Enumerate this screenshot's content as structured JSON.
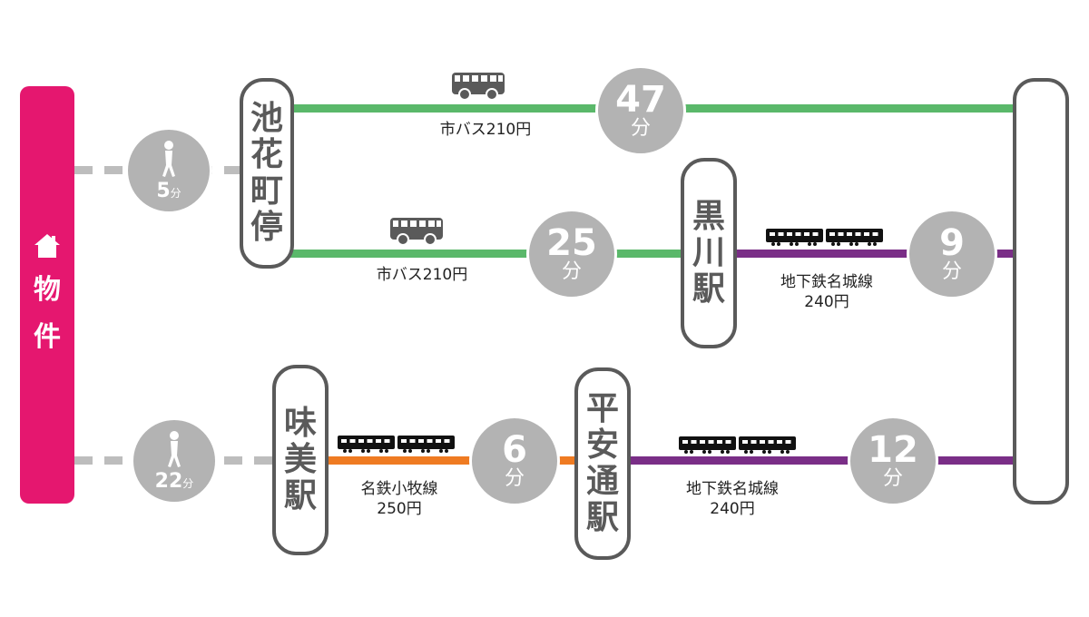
{
  "property": {
    "label_line1": "物",
    "label_line2": "件",
    "icon": "house-icon",
    "color": "#e5176f"
  },
  "colors": {
    "bus_line": "#5ab86a",
    "subway_line": "#7a2e87",
    "meitetsu_line": "#ef7b22",
    "time_circle": "#b3b3b3",
    "station_border": "#5a5a5a"
  },
  "walks": [
    {
      "icon": "walking-person-icon",
      "minutes": "5",
      "unit": "分"
    },
    {
      "icon": "walking-person-icon",
      "minutes": "22",
      "unit": "分"
    }
  ],
  "stations": {
    "ikehanamachi": {
      "chars": [
        "池",
        "花",
        "町",
        "停"
      ]
    },
    "kurokawa": {
      "chars": [
        "黒",
        "川",
        "駅"
      ]
    },
    "ajima": {
      "chars": [
        "味",
        "美",
        "駅"
      ]
    },
    "heiandori": {
      "chars": [
        "平",
        "安",
        "通",
        "駅"
      ]
    },
    "destination": {
      "chars": []
    }
  },
  "segments": [
    {
      "id": "bus-top",
      "vehicle": "bus-icon",
      "label": "市バス210円",
      "minutes": "47",
      "unit": "分"
    },
    {
      "id": "bus-mid",
      "vehicle": "bus-icon",
      "label": "市バス210円",
      "minutes": "25",
      "unit": "分"
    },
    {
      "id": "subway-kurokawa",
      "vehicle": "train-icon",
      "label_line1": "地下鉄名城線",
      "label_line2": "240円",
      "minutes": "9",
      "unit": "分"
    },
    {
      "id": "meitetsu",
      "vehicle": "train-icon",
      "label_line1": "名鉄小牧線",
      "label_line2": "250円",
      "minutes": "6",
      "unit": "分"
    },
    {
      "id": "subway-heian",
      "vehicle": "train-icon",
      "label_line1": "地下鉄名城線",
      "label_line2": "240円",
      "minutes": "12",
      "unit": "分"
    }
  ]
}
